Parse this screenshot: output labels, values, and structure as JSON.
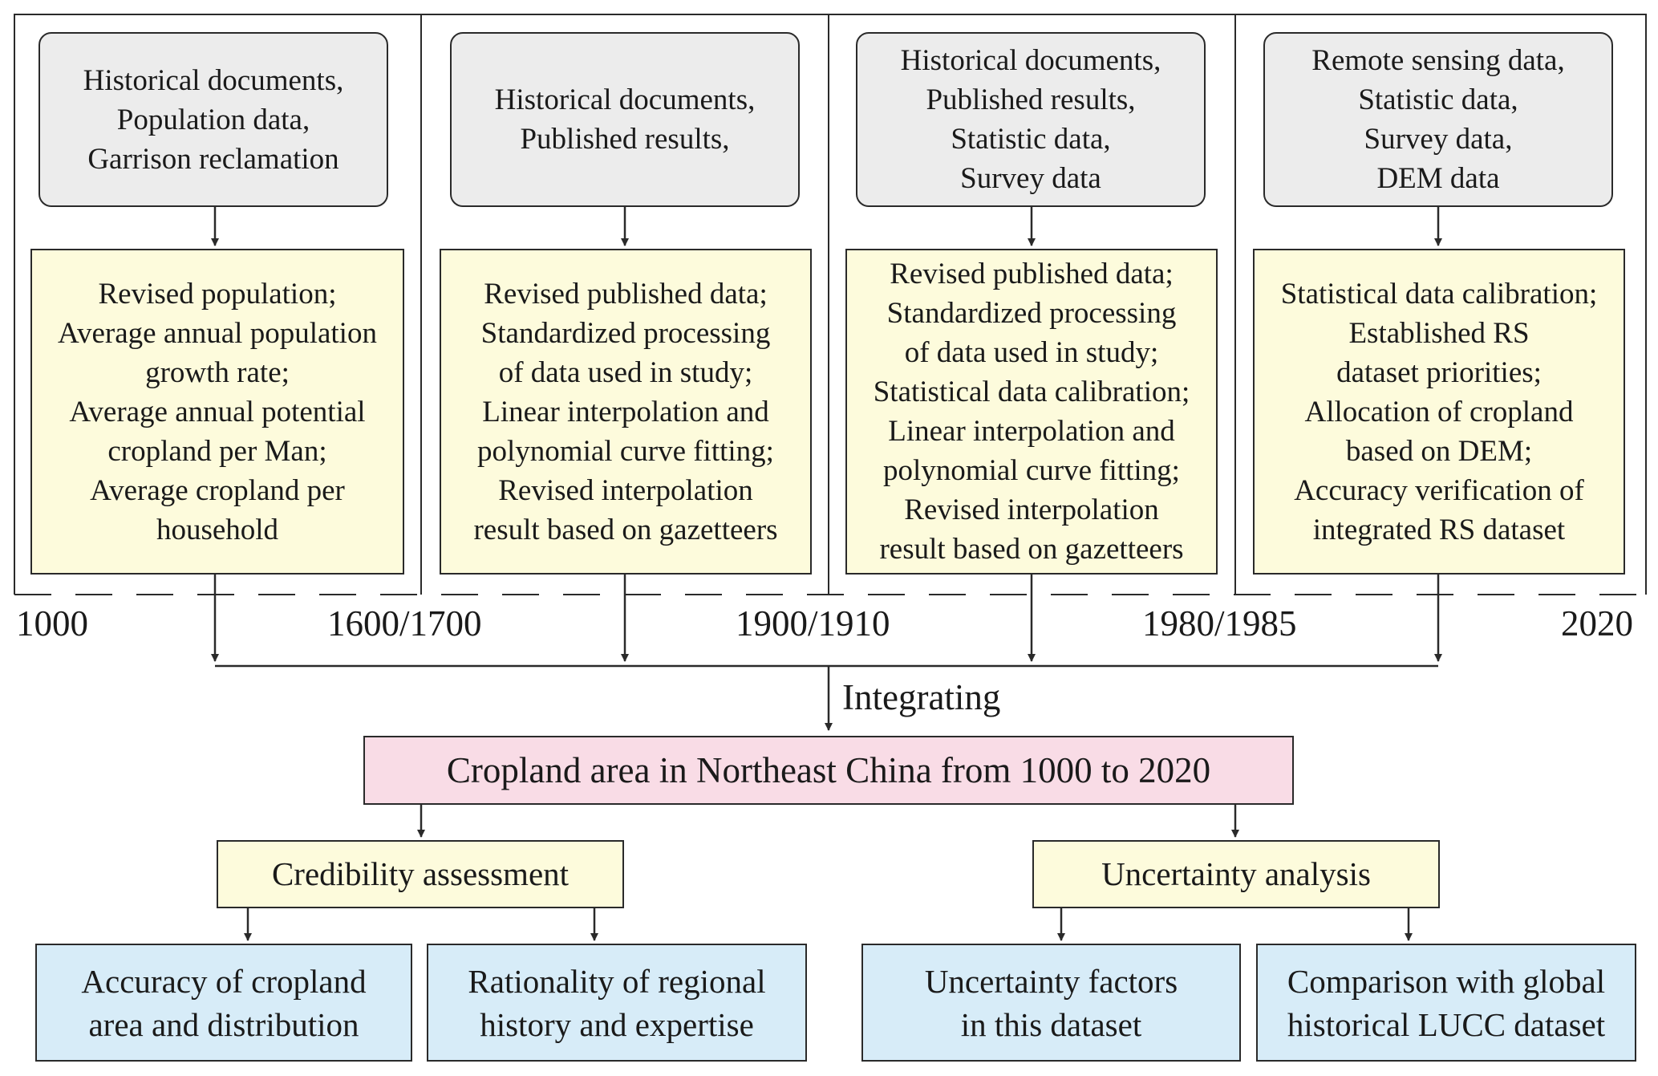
{
  "periods": [
    {
      "sources": [
        "Historical documents,",
        "Population data,",
        "Garrison reclamation"
      ],
      "methods": [
        "Revised population;",
        "Average annual population",
        "growth rate;",
        "Average annual potential",
        "cropland per Man;",
        "Average cropland per",
        "household"
      ]
    },
    {
      "sources": [
        "Historical documents,",
        "Published results,"
      ],
      "methods": [
        "Revised published data;",
        "Standardized processing",
        "of data used in study;",
        "Linear interpolation and",
        "polynomial curve fitting;",
        "Revised interpolation",
        "result based on gazetteers"
      ]
    },
    {
      "sources": [
        "Historical documents,",
        "Published results,",
        "Statistic data,",
        "Survey data"
      ],
      "methods": [
        "Revised published data;",
        "Standardized processing",
        "of data used in study;",
        "Statistical data calibration;",
        "Linear interpolation and",
        "polynomial curve fitting;",
        "Revised interpolation",
        "result based on gazetteers"
      ]
    },
    {
      "sources": [
        "Remote sensing data,",
        "Statistic data,",
        "Survey data,",
        "DEM data"
      ],
      "methods": [
        "Statistical data calibration;",
        "Established RS",
        "dataset priorities;",
        "Allocation of cropland",
        "based on DEM;",
        "Accuracy verification of",
        "integrated RS dataset"
      ]
    }
  ],
  "timeline": [
    "1000",
    "1600/1700",
    "1900/1910",
    "1980/1985",
    "2020"
  ],
  "integrating_label": "Integrating",
  "final_box": "Cropland area in Northeast China from 1000 to 2020",
  "assessments": [
    {
      "label": "Credibility assessment",
      "outputs": [
        [
          "Accuracy of cropland",
          "area and distribution"
        ],
        [
          "Rationality of regional",
          "history and expertise"
        ]
      ]
    },
    {
      "label": "Uncertainty analysis",
      "outputs": [
        [
          "Uncertainty factors",
          "in this dataset"
        ],
        [
          "Comparison with global",
          "historical LUCC dataset"
        ]
      ]
    }
  ],
  "colors": {
    "source_fill": "#ececec",
    "method_fill": "#fdfbdc",
    "final_fill": "#f9dce6",
    "output_fill": "#d7ecf8",
    "stroke": "#2a2a2a"
  }
}
